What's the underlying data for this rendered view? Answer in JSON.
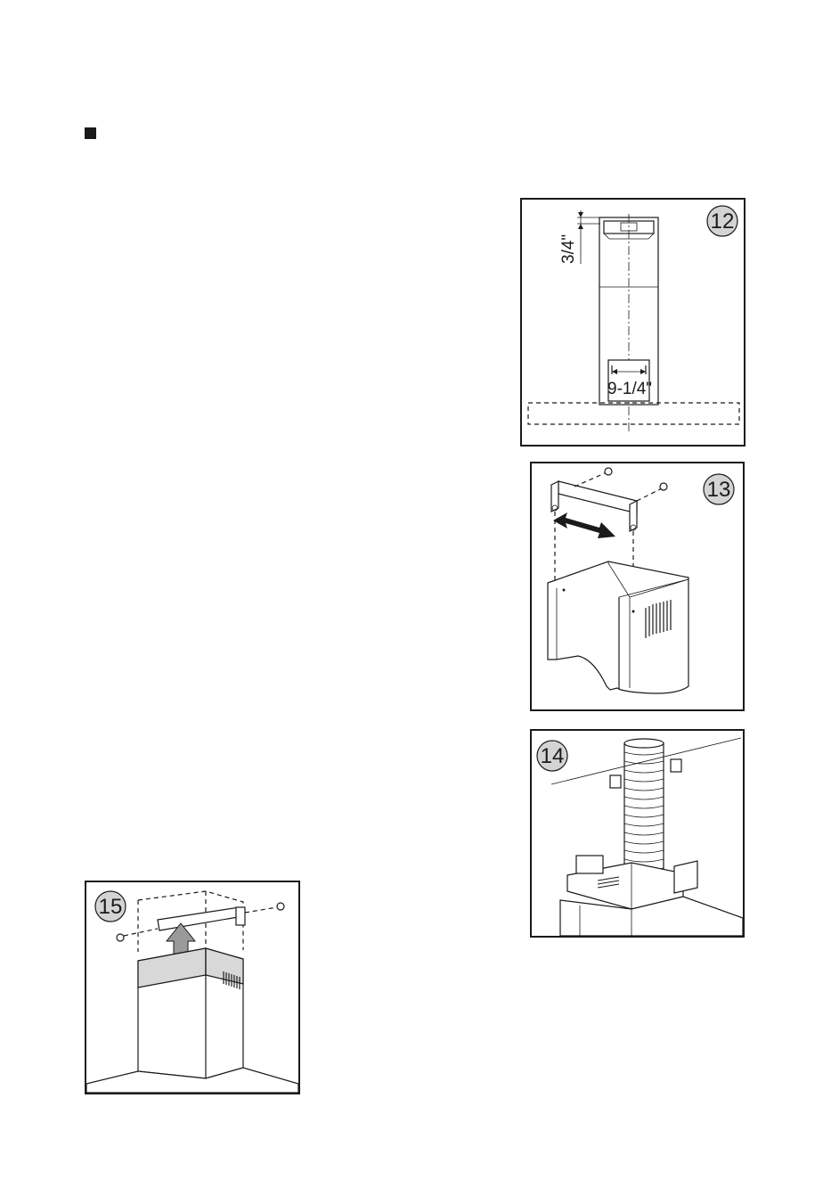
{
  "figures": {
    "fig12": {
      "number": "12",
      "dim_vertical": "3/4\"",
      "dim_horizontal": "9-1/4\""
    },
    "fig13": {
      "number": "13"
    },
    "fig14": {
      "number": "14"
    },
    "fig15": {
      "number": "15"
    }
  },
  "colors": {
    "line": "#1a1a1a",
    "badge_fill": "#d4d4d4",
    "arrow_fill": "#9a9a9a",
    "chimney_band": "#d8d8d8"
  }
}
